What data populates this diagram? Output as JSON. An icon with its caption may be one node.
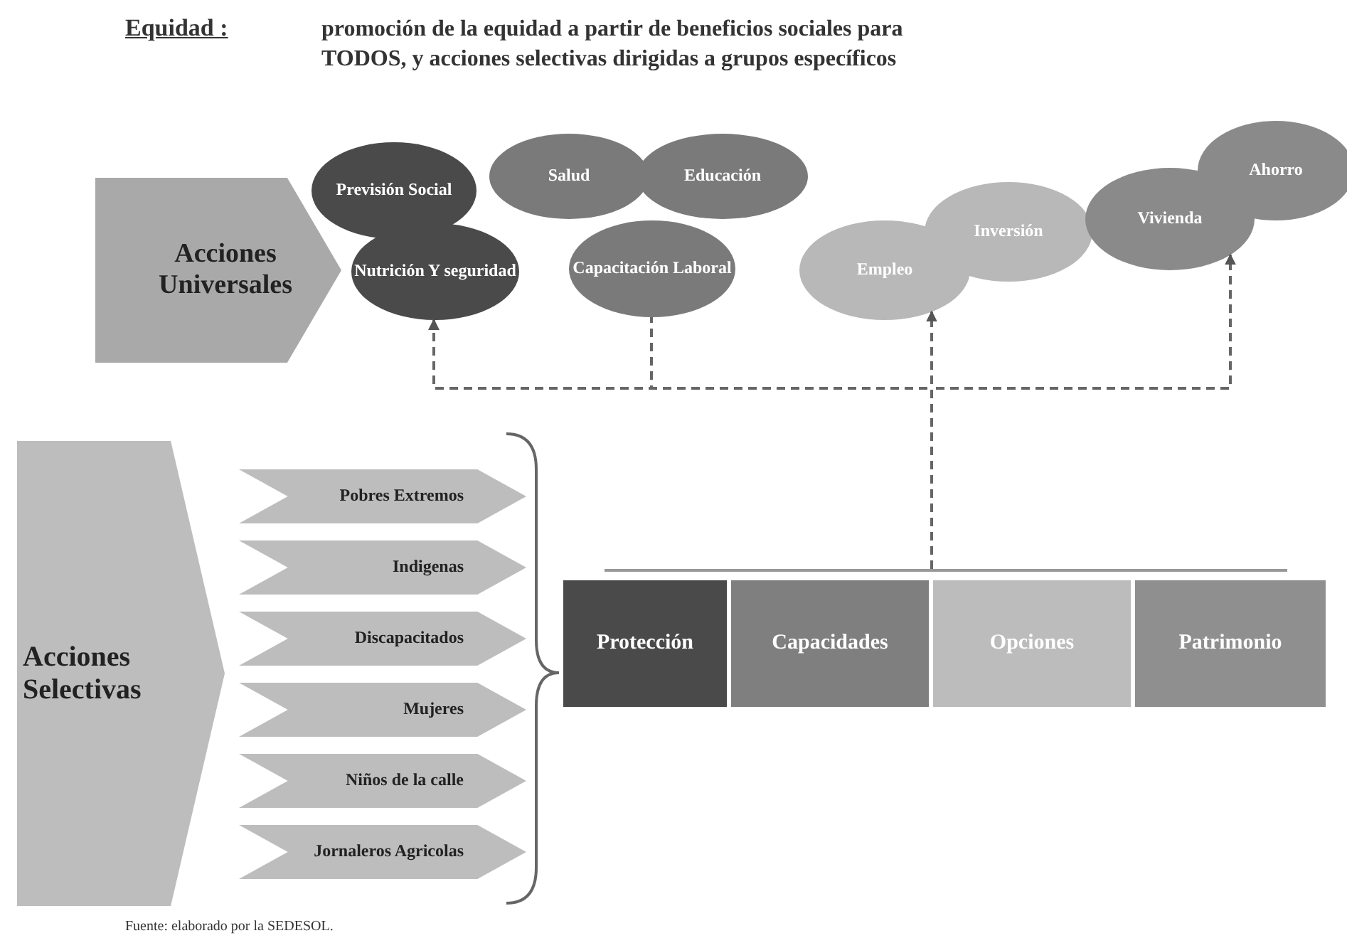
{
  "diagram": {
    "title": "Equidad :",
    "caption": "Fuente: elaborado por la SEDESOL.",
    "nodes": [
      {
        "text": [
          "Acciones Universales"
        ]
      },
      {
        "text": [
          "Previsión Social"
        ]
      },
      {
        "text": [
          "Nutrición Y seguridad"
        ]
      },
      {
        "text": [
          "Salud"
        ]
      },
      {
        "text": [
          "Educación"
        ]
      },
      {
        "text": [
          "Capacitación Laboral"
        ]
      },
      {
        "text": [
          "Empleo"
        ]
      },
      {
        "text": [
          "Inversión"
        ]
      },
      {
        "text": [
          "Vivienda"
        ]
      },
      {
        "text": [
          "Ahorro"
        ]
      },
      {
        "text": [
          "Acciones Selectivas"
        ]
      },
      {
        "text": [
          "Pobres Extremos"
        ]
      },
      {
        "text": [
          "Indigenas"
        ]
      },
      {
        "text": [
          "Discapacitados"
        ]
      },
      {
        "text": [
          "Mujeres"
        ]
      },
      {
        "text": [
          "Niños de la calle"
        ]
      },
      {
        "text": [
          "Jornaleros Agricolas"
        ]
      },
      {
        "text": [],
        "shape": "bar"
      },
      {
        "text": [
          "Protección"
        ]
      },
      {
        "text": [
          "Capacidades"
        ]
      },
      {
        "text": [
          "Opciones"
        ]
      },
      {
        "text": [
          "Patrimonio"
        ]
      }
    ],
    "edges": [
      {
        "from": 17,
        "to": 2,
        "arrow": "to",
        "style": "dashed"
      },
      {
        "from": 17,
        "to": 5,
        "arrow": "none",
        "style": "dashed"
      },
      {
        "from": 17,
        "to": 6,
        "arrow": "to",
        "style": "dashed"
      },
      {
        "from": 17,
        "to": 8,
        "arrow": "to",
        "style": "dashed"
      }
    ],
    "labels": [
      "promoción de la equidad a partir de beneficios sociales para TODOS, y acciones selectivas dirigidas a grupos específicos"
    ]
  }
}
